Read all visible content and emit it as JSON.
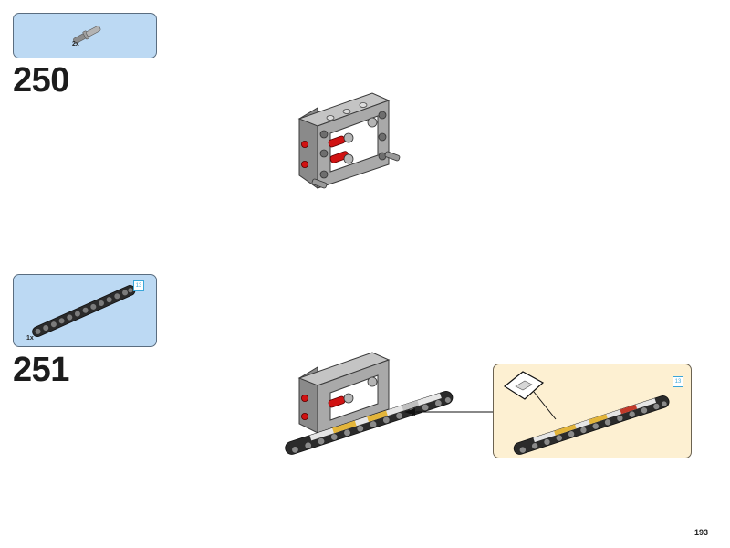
{
  "steps": [
    {
      "number": "250",
      "parts": [
        {
          "name": "pin-axle-grey",
          "quantity": "2x"
        }
      ]
    },
    {
      "number": "251",
      "parts": [
        {
          "name": "black-beam-13",
          "quantity": "1x",
          "length_label": "13"
        }
      ],
      "callout": {
        "length_label": "13",
        "sticker_icon": "sticker-sheet-icon"
      }
    }
  ],
  "page": {
    "number": "193"
  },
  "colors": {
    "parts_box": "#bcd9f3",
    "callout_box": "#fdf0d2",
    "frame_grey": "#a7a7a7",
    "pin_red": "#d01212",
    "beam_black": "#2b2b2b",
    "length_badge": "#3aa6d8"
  }
}
